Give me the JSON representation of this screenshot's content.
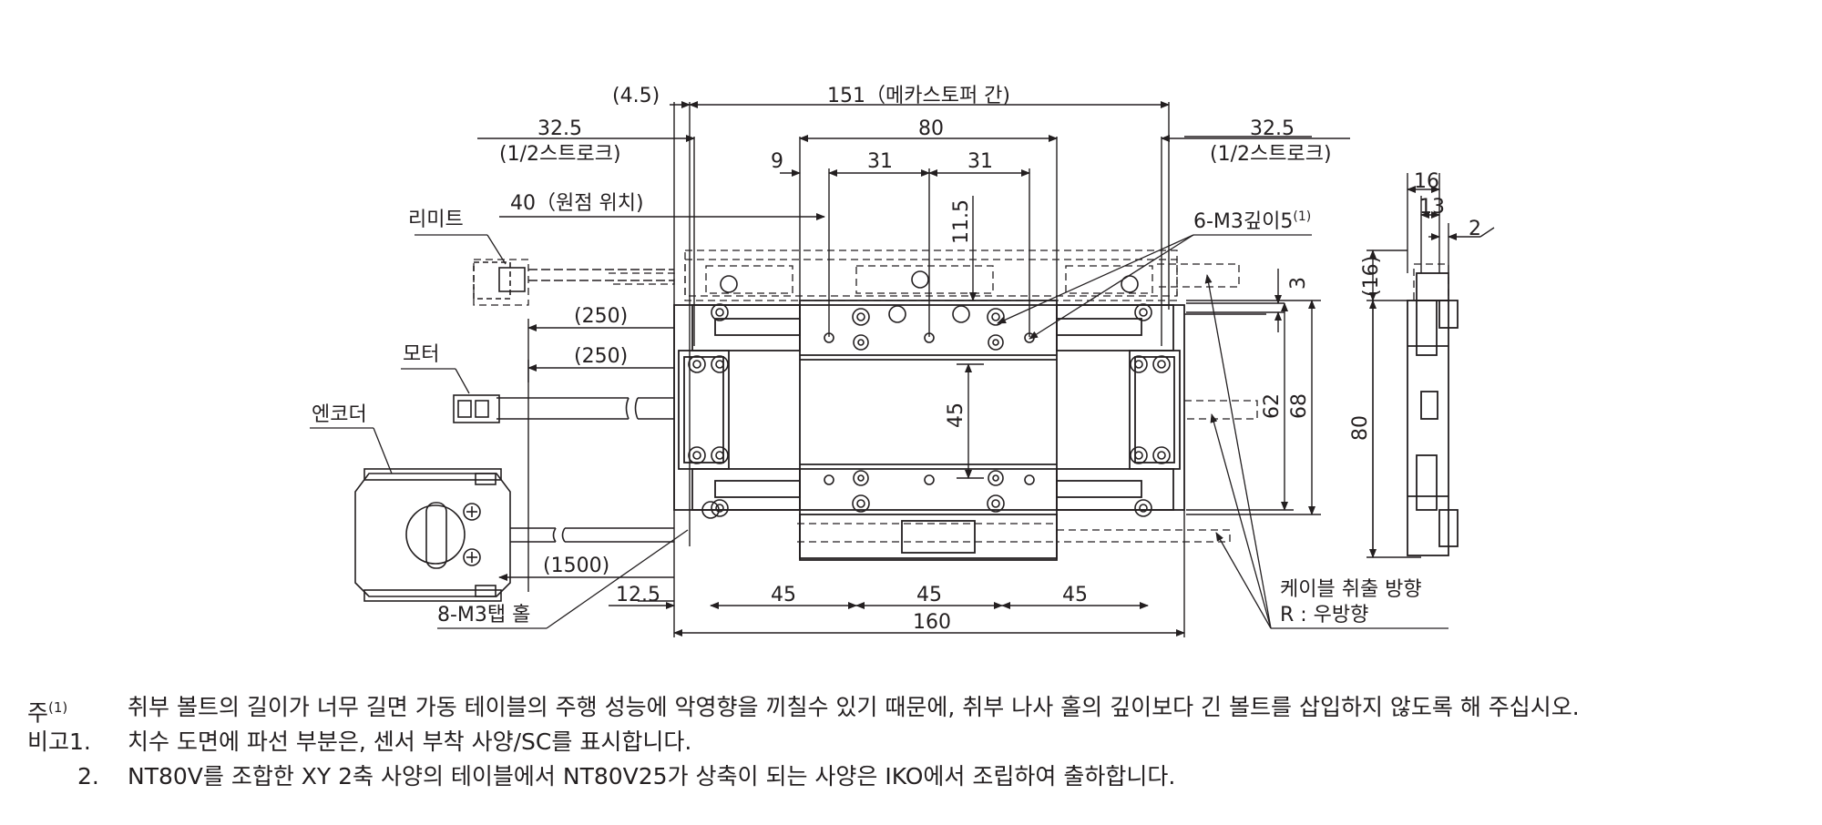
{
  "dimensions": {
    "d_4_5": "(4.5)",
    "d_151": "151（메카스토퍼 간)",
    "d_32_5_left": "32.5",
    "d_half_stroke_left": "(1/2스트로크)",
    "d_80_top": "80",
    "d_32_5_right": "32.5",
    "d_half_stroke_right": "(1/2스트로크)",
    "d_9": "9",
    "d_31_a": "31",
    "d_31_b": "31",
    "d_11_5": "11.5",
    "d_16_top": "16",
    "d_13": "13",
    "d_2": "2",
    "d_16_paren": "(16)",
    "d_40_origin": "40（원점 위치)",
    "d_3": "3",
    "d_250_a": "(250)",
    "d_250_b": "(250)",
    "d_45_vert": "45",
    "d_62": "62",
    "d_68": "68",
    "d_80_side": "80",
    "d_1500": "(1500)",
    "d_12_5": "12.5",
    "d_45_a": "45",
    "d_45_b": "45",
    "d_45_c": "45",
    "d_160": "160"
  },
  "labels": {
    "limit": "리미트",
    "motor": "모터",
    "encoder": "엔코더",
    "tap_hole": "8-M3탭 홀",
    "m3_depth": "6-M3깊이5",
    "m3_depth_note": "(1)",
    "cable_dir": "케이블 취출 방향",
    "cable_right": "R : 우방향"
  },
  "notes": [
    {
      "key": "주",
      "key_sup": "(1)",
      "text": "취부 볼트의 길이가 너무 길면 가동 테이블의 주행 성능에 악영향을 끼칠수 있기 때문에, 취부 나사 홀의 깊이보다 긴 볼트를 삽입하지 않도록 해 주십시오."
    },
    {
      "key": "비고1.",
      "key_sup": "",
      "text": "치수 도면에 파선 부분은, 센서 부착 사양/SC를 표시합니다."
    },
    {
      "key": "2.",
      "key_sup": "",
      "text": "NT80V를 조합한 XY 2축 사양의 테이블에서 NT80V25가 상축이 되는 사양은 IKO에서 조립하여 출하합니다."
    }
  ]
}
